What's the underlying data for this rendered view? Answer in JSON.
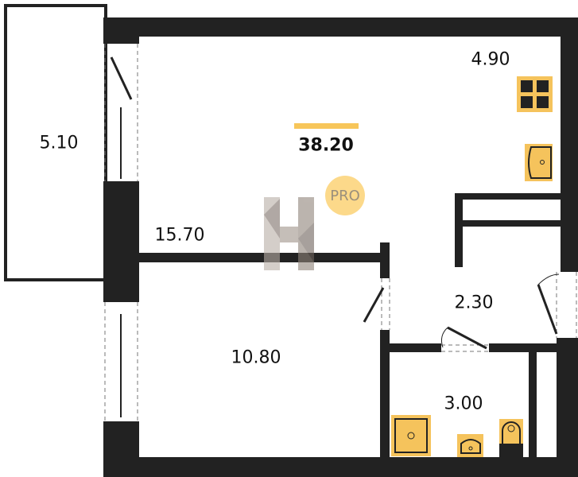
{
  "plan": {
    "total_area": "38.20",
    "rooms": {
      "balcony": "5.10",
      "kitchen": "4.90",
      "living": "15.70",
      "hall": "2.30",
      "bedroom": "10.80",
      "bathroom": "3.00"
    },
    "badge": "PRO",
    "colors": {
      "wall": "#222222",
      "fixture": "#f5c35c",
      "accent": "#f7c65a"
    }
  }
}
